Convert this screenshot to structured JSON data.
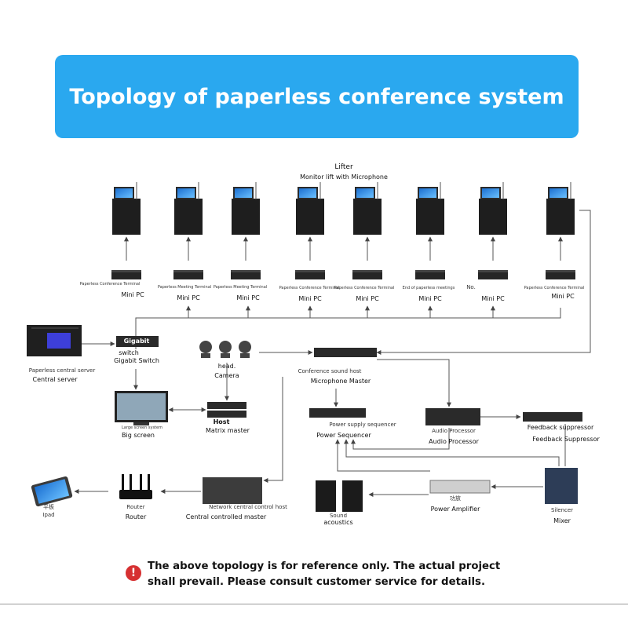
{
  "title": "Topology of paperless conference system",
  "lifter": {
    "line1": "Lifter",
    "line2": "Monitor lift with Microphone"
  },
  "terminals": [
    {
      "small": "Paperless Conference Terminal",
      "label": "Mini PC"
    },
    {
      "small": "Paperless Meeting Terminal",
      "label": "Mini PC"
    },
    {
      "small": "Paperless Meeting Terminal",
      "label": "Mini PC"
    },
    {
      "small": "Paperless Conference Terminal",
      "label": "Mini PC"
    },
    {
      "small": "Paperless Conference Terminal",
      "label": "Mini PC"
    },
    {
      "small": "End of paperless meetings",
      "label": "Mini PC"
    },
    {
      "small": "No.",
      "label": "Mini PC"
    },
    {
      "small": "Paperless Conference Terminal",
      "label": "Mini PC"
    }
  ],
  "nodes": {
    "central_server": {
      "small": "Paperless central server",
      "label": "Central server"
    },
    "gigabit_switch": {
      "top": "Gigabit",
      "small": "switch",
      "label": "Gigabit Switch"
    },
    "camera": {
      "small": "head.",
      "label": "Camera"
    },
    "mic_master": {
      "small": "Conference sound host",
      "label": "Microphone Master"
    },
    "large_screen": {
      "small": "Large screen system",
      "label": "Big screen"
    },
    "matrix_master": {
      "small": "Host",
      "label": "Matrix master"
    },
    "power_sequencer": {
      "small": "Power supply sequencer",
      "label": "Power Sequencer"
    },
    "audio_processor": {
      "small": "Audio Processor",
      "label": "Audio Processor"
    },
    "feedback_suppressor": {
      "small": "Feedback suppressor",
      "label": "Feedback Suppressor"
    },
    "ipad": {
      "small": "平板",
      "label": "Ipad"
    },
    "router": {
      "small": "Router",
      "label": "Router"
    },
    "central_master": {
      "small": "Network central control host",
      "label": "Central controlled master"
    },
    "sound": {
      "small": "Sound",
      "label": "acoustics"
    },
    "power_amplifier": {
      "small": "功放",
      "label": "Power Amplifier"
    },
    "mixer": {
      "small": "Silencer",
      "label": "Mixer"
    }
  },
  "notice": "The above topology is for reference only. The actual project shall prevail. Please consult customer service for details.",
  "notice_icon": "!",
  "colors": {
    "banner": "#2aa8ef",
    "device": "#222222",
    "line": "#555555",
    "notice_icon": "#d63031"
  }
}
